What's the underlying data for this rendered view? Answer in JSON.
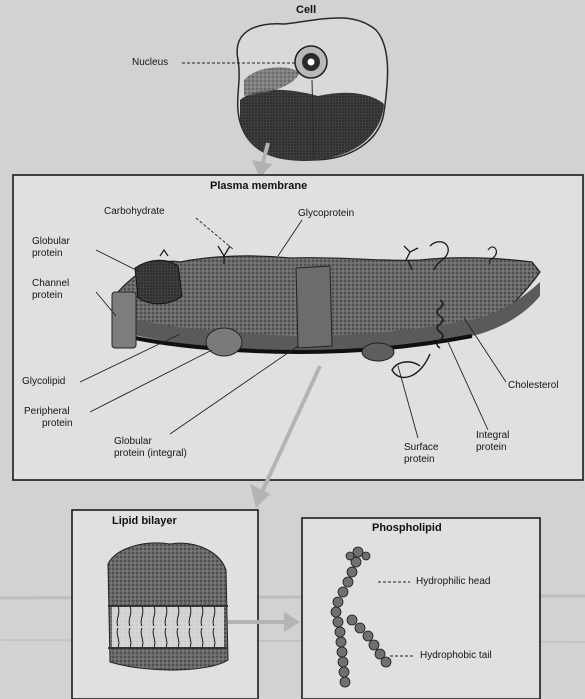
{
  "cell": {
    "title": "Cell",
    "nucleus_label": "Nucleus"
  },
  "plasma_membrane": {
    "title": "Plasma membrane",
    "labels": {
      "carbohydrate": "Carbohydrate",
      "glycoprotein": "Glycoprotein",
      "globular_protein": [
        "Globular",
        "protein"
      ],
      "channel_protein": [
        "Channel",
        "protein"
      ],
      "glycolipid": "Glycolipid",
      "peripheral_protein": [
        "Peripheral",
        "protein"
      ],
      "globular_protein_integral": [
        "Globular",
        "protein (integral)"
      ],
      "surface_protein": [
        "Surface",
        "protein"
      ],
      "integral_protein": [
        "Integral",
        "protein"
      ],
      "cholesterol": "Cholesterol"
    }
  },
  "lipid_bilayer": {
    "title": "Lipid bilayer"
  },
  "phospholipid": {
    "title": "Phospholipid",
    "hydrophilic_head": "Hydrophilic head",
    "hydrophobic_tail": "Hydrophobic tail"
  }
}
